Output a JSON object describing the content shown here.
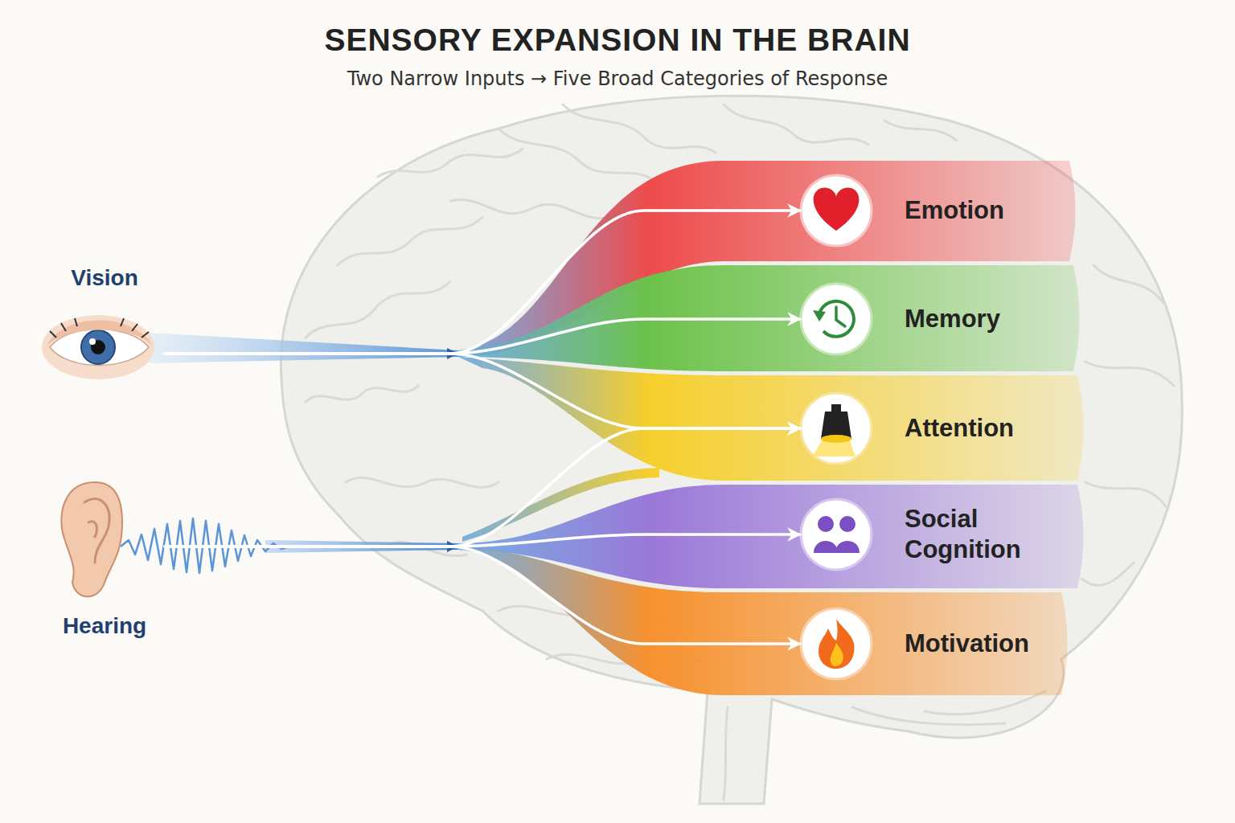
{
  "diagram": {
    "title": "SENSORY EXPANSION IN THE BRAIN",
    "nodes": [
      {
        "text": [
          "Vision"
        ]
      },
      {
        "text": [
          "Hearing"
        ]
      },
      {
        "text": [
          "Emotion"
        ]
      },
      {
        "text": [
          "Memory"
        ]
      },
      {
        "text": [
          "Attention"
        ]
      },
      {
        "text": [
          "Social Cognition"
        ]
      },
      {
        "text": [
          "Motivation"
        ]
      }
    ],
    "edges": [
      {
        "from": 0,
        "to": 2,
        "arrow": "to"
      },
      {
        "from": 0,
        "to": 3,
        "arrow": "to"
      },
      {
        "from": 0,
        "to": 4,
        "arrow": "to"
      },
      {
        "from": 1,
        "to": 4,
        "arrow": "to"
      },
      {
        "from": 1,
        "to": 5,
        "arrow": "to"
      },
      {
        "from": 1,
        "to": 6,
        "arrow": "to"
      }
    ],
    "labels": [
      "Two Narrow Inputs → Five Broad Categories of Response"
    ]
  }
}
